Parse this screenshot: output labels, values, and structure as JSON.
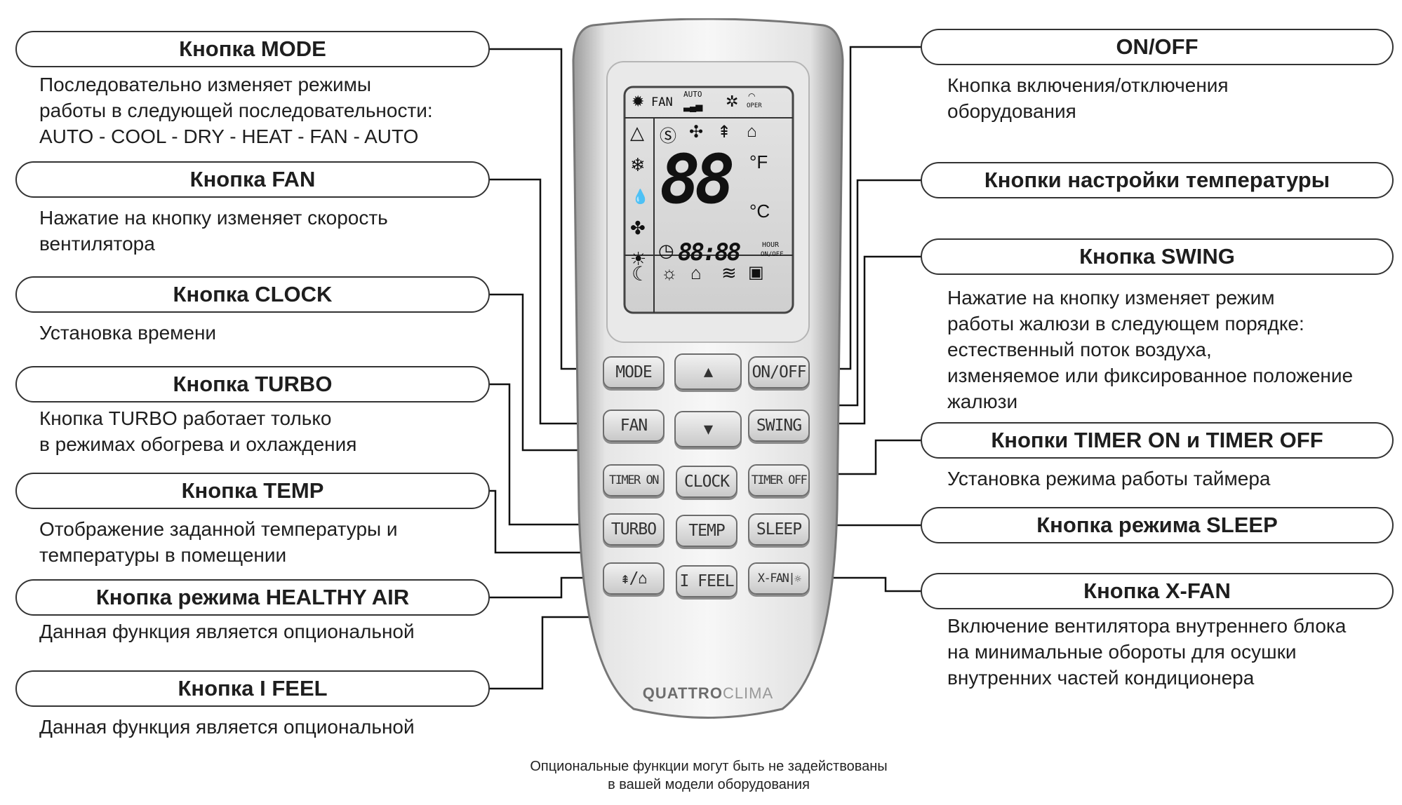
{
  "left_items": [
    {
      "title": "Кнопка MODE",
      "lines": [
        "Последовательно изменяет режимы",
        "работы в следующей последовательности:",
        "AUTO - COOL - DRY - HEAT - FAN - AUTO"
      ]
    },
    {
      "title": "Кнопка FAN",
      "lines": [
        "Нажатие на кнопку изменяет скорость",
        "вентилятора"
      ]
    },
    {
      "title": "Кнопка CLOCK",
      "lines": [
        "Установка времени"
      ]
    },
    {
      "title": "Кнопка TURBO",
      "lines": [
        "Кнопка TURBO работает только",
        "в режимах обогрева и охлаждения"
      ]
    },
    {
      "title": "Кнопка TEMP",
      "lines": [
        "Отображение заданной температуры и",
        "температуры в помещении"
      ]
    },
    {
      "title": "Кнопка режима HEALTHY AIR",
      "lines": [
        "Данная функция является опциональной"
      ]
    },
    {
      "title": "Кнопка I FEEL",
      "lines": [
        "Данная функция является опциональной"
      ]
    }
  ],
  "right_items": [
    {
      "title": "ON/OFF",
      "lines": [
        "Кнопка включения/отключения",
        "оборудования"
      ]
    },
    {
      "title": "Кнопки настройки температуры",
      "lines": []
    },
    {
      "title": "Кнопка SWING",
      "lines": [
        "Нажатие на кнопку изменяет режим",
        "работы жалюзи в следующем порядке:",
        "естественный поток воздуха,",
        "изменяемое или фиксированное положение",
        "жалюзи"
      ]
    },
    {
      "title": "Кнопки TIMER ON и TIMER OFF",
      "lines": [
        "Установка режима работы таймера"
      ]
    },
    {
      "title": "Кнопка режима SLEEP",
      "lines": []
    },
    {
      "title": "Кнопка X-FAN",
      "lines": [
        "Включение вентилятора внутреннего блока",
        "на минимальные обороты для осушки",
        "внутренних частей кондиционера"
      ]
    }
  ],
  "remote": {
    "display": {
      "mode_fan": "FAN",
      "mode_auto": "AUTO",
      "oper": "OPER",
      "temp_digits": "88",
      "temp_f": "°F",
      "temp_c": "°C",
      "clock_digits": "88:88",
      "hour": "HOUR",
      "on_off": "ON/OFF"
    },
    "buttons": {
      "mode": "MODE",
      "up": "▲",
      "on_off": "ON/OFF",
      "fan": "FAN",
      "down": "▼",
      "swing": "SWING",
      "timer_on": "TIMER ON",
      "clock": "CLOCK",
      "timer_off": "TIMER OFF",
      "turbo": "TURBO",
      "temp": "TEMP",
      "sleep": "SLEEP",
      "healthy": "/",
      "i_feel": "I FEEL",
      "x_fan": "X-FAN|"
    },
    "brand_bold": "QUATTRO",
    "brand_light": "CLIMA"
  },
  "footnote": [
    "Опциональные функции могут быть не задействованы",
    "в вашей модели оборудования"
  ]
}
